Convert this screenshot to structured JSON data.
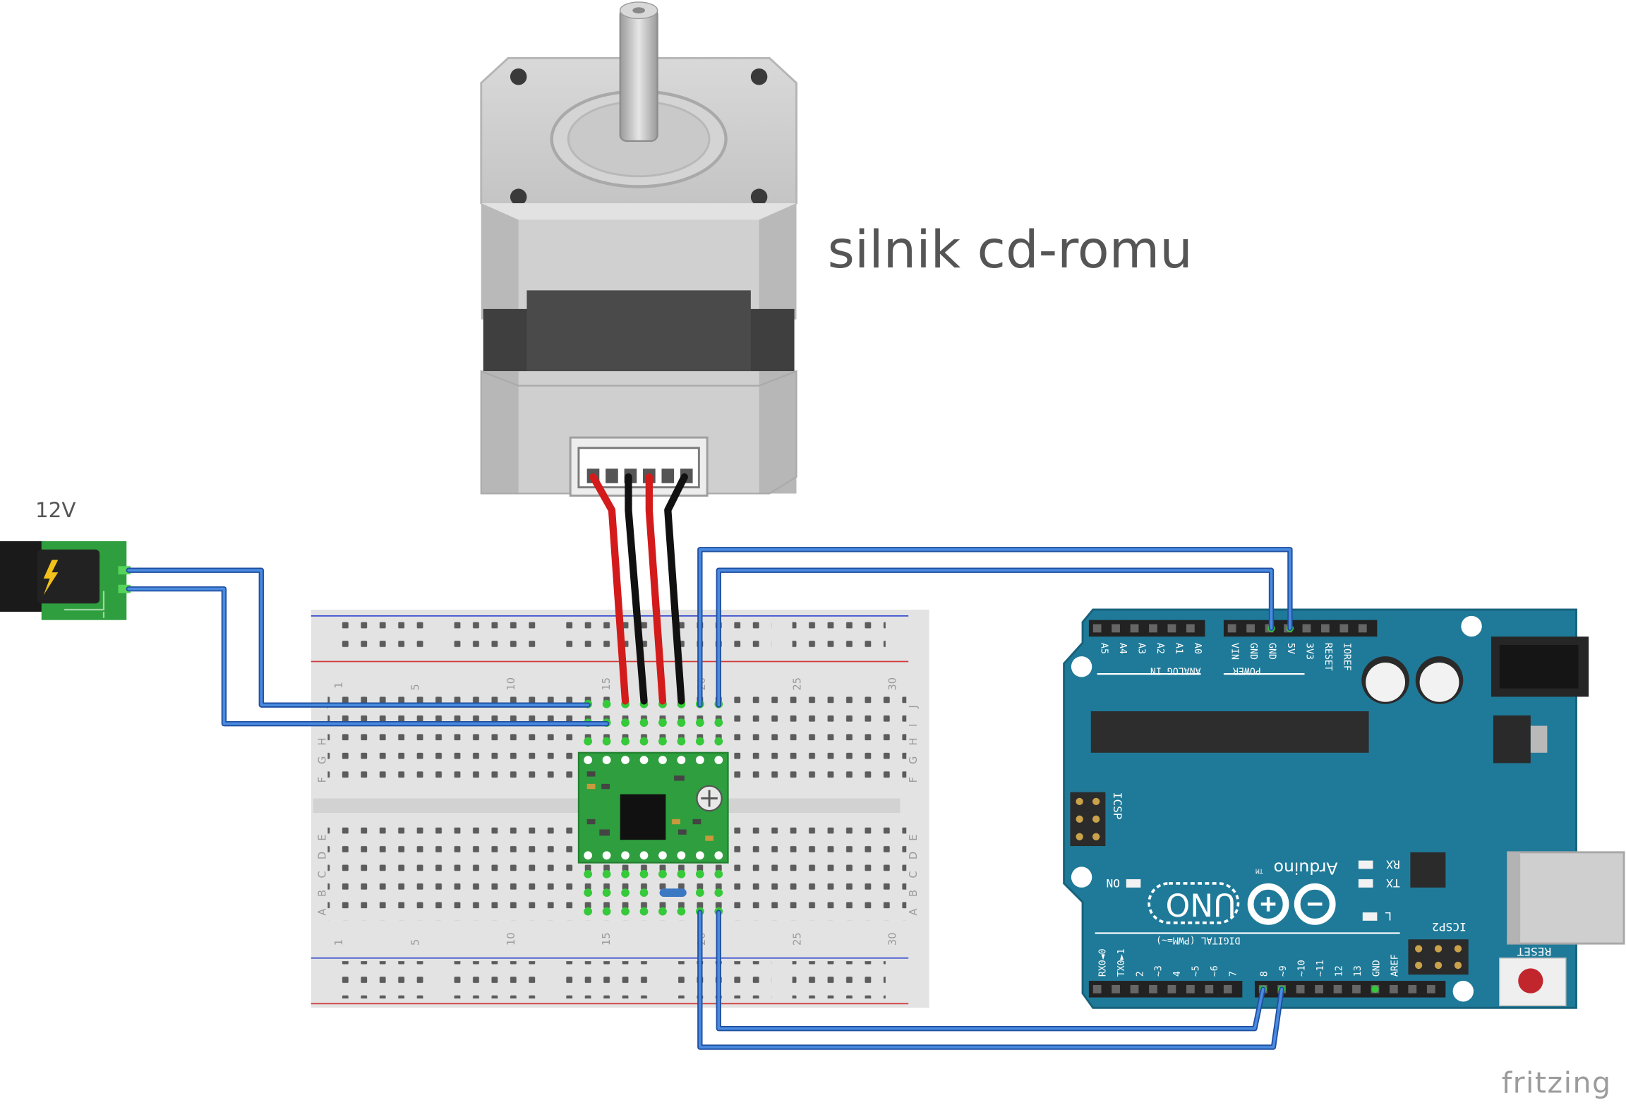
{
  "motor": {
    "label": "silnik cd-romu"
  },
  "power": {
    "label": "12V"
  },
  "breadboard": {
    "col_numbers": [
      "1",
      "5",
      "10",
      "15",
      "20",
      "25",
      "30"
    ],
    "row_letters_top": [
      "J",
      "I",
      "H",
      "G",
      "F"
    ],
    "row_letters_bottom": [
      "E",
      "D",
      "C",
      "B",
      "A"
    ]
  },
  "arduino": {
    "analog_pins": [
      "A5",
      "A4",
      "A3",
      "A2",
      "A1",
      "A0"
    ],
    "analog_label": "ANALOG IN",
    "power_pins": [
      "VIN",
      "GND",
      "GND",
      "5V",
      "3V3",
      "RESET",
      "IOREF"
    ],
    "power_label": "POWER",
    "digital_pins": [
      "RX0◄0",
      "TX0►1",
      "2",
      "~3",
      "4",
      "~5",
      "~6",
      "7",
      "8",
      "~9",
      "~10",
      "~11",
      "12",
      "13",
      "GND",
      "AREF"
    ],
    "digital_label": "DIGITAL (PWM=~)",
    "icsp_label": "ICSP",
    "icsp2_label": "ICSP2",
    "reset_label": "RESET",
    "on_label": "ON",
    "rx_label": "RX",
    "tx_label": "TX",
    "l_label": "L",
    "uno_label": "UNO",
    "brand": "Arduino",
    "tm": "TM"
  },
  "watermark": "fritzing",
  "colors": {
    "wire_blue": "#3b78c4",
    "wire_red": "#d31b1b",
    "wire_black": "#111111",
    "arduino_board": "#1f7a99",
    "driver_pcb": "#2e9e3e",
    "breadboard": "#e3e3e3"
  }
}
